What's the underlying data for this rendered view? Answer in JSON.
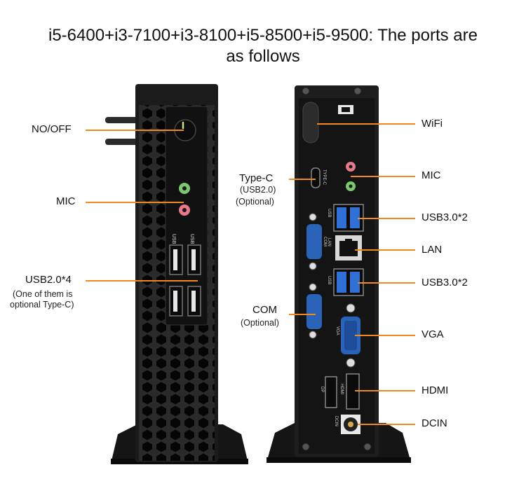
{
  "title_line1": "i5-6400+i3-7100+i3-8100+i5-8500+i5-9500: The ports are",
  "title_line2": "as follows",
  "front": {
    "power": "NO/OFF",
    "mic": "MIC",
    "usb": "USB2.0*4",
    "usb_note_1": "(One of them is",
    "usb_note_2": "optional Type-C)",
    "port_text": "USB"
  },
  "rear": {
    "typec": "Type-C",
    "typec_sub1": "(USB2.0)",
    "typec_sub2": "(Optional)",
    "com": "COM",
    "com_sub": "(Optional)",
    "wifi": "WiFi",
    "mic": "MIC",
    "usb30_top": "USB3.0*2",
    "lan": "LAN",
    "usb30_bottom": "USB3.0*2",
    "vga": "VGA",
    "hdmi": "HDMI",
    "dcin": "DCIN",
    "silk_usb": "USB",
    "silk_lan": "LAN",
    "silk_com": "COM",
    "silk_vga": "VGA",
    "silk_hdmi": "HDMI",
    "silk_dp": "DP",
    "silk_dcin": "DCIN",
    "silk_typec": "TYPE-C"
  },
  "colors": {
    "leader": "#f08a1c",
    "chassis": "#1b1b1b",
    "usb3_blue": "#2f6fd6",
    "com_blue": "#2a63b8",
    "mic_pink": "#e77a8a",
    "audio_green": "#7bc96f"
  }
}
